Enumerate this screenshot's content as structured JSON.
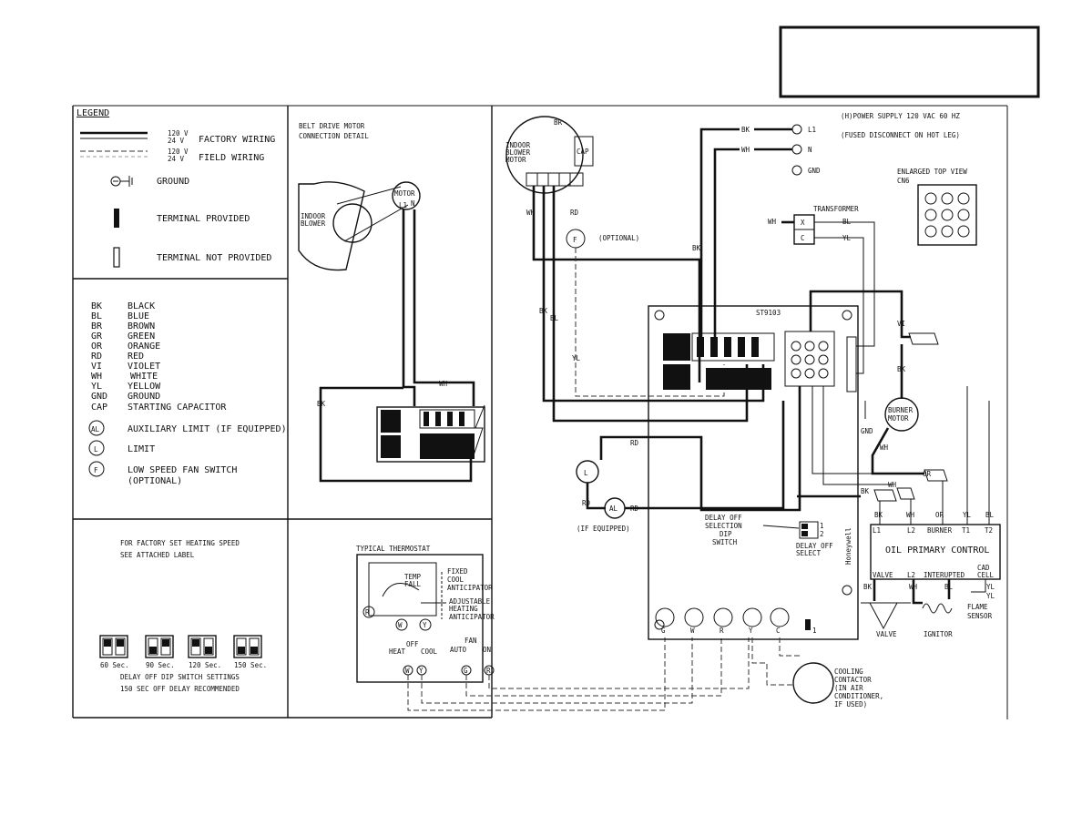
{
  "legend": {
    "title": "LEGEND",
    "volt_120": "120 V",
    "volt_24": "24 V",
    "factory_wiring": "FACTORY WIRING",
    "field_wiring": "FIELD WIRING",
    "ground": "GROUND",
    "terminal_provided": "TERMINAL PROVIDED",
    "terminal_not_provided": "TERMINAL NOT PROVIDED"
  },
  "colors": [
    {
      "code": "BK",
      "name": "BLACK"
    },
    {
      "code": "BL",
      "name": "BLUE"
    },
    {
      "code": "BR",
      "name": "BROWN"
    },
    {
      "code": "GR",
      "name": "GREEN"
    },
    {
      "code": "OR",
      "name": "ORANGE"
    },
    {
      "code": "RD",
      "name": "RED"
    },
    {
      "code": "VI",
      "name": "VIOLET"
    },
    {
      "code": "WH",
      "name": "WHITE"
    },
    {
      "code": "YL",
      "name": "YELLOW"
    },
    {
      "code": "GND",
      "name": "GROUND"
    },
    {
      "code": "CAP",
      "name": "STARTING CAPACITOR"
    }
  ],
  "symbols": {
    "al_code": "AL",
    "al_label": "AUXILIARY LIMIT (IF EQUIPPED)",
    "l_code": "L",
    "l_label": "LIMIT",
    "f_code": "F",
    "f_label": "LOW SPEED FAN SWITCH",
    "f_label2": "(OPTIONAL)"
  },
  "dip": {
    "note1": "FOR FACTORY SET HEATING SPEED",
    "note2": "SEE ATTACHED LABEL",
    "settings": [
      "60 Sec.",
      "90 Sec.",
      "120 Sec.",
      "150 Sec."
    ],
    "caption1": "DELAY OFF DIP SWITCH SETTINGS",
    "caption2": "150 SEC OFF DELAY RECOMMENDED"
  },
  "belt": {
    "title1": "BELT DRIVE MOTOR",
    "title2": "CONNECTION DETAIL",
    "blower1": "INDOOR",
    "blower2": "BLOWER",
    "motor": "MOTOR",
    "l1": "L1",
    "n": "N",
    "wh": "WH",
    "bk": "BK"
  },
  "thermostat": {
    "title": "TYPICAL THERMOSTAT",
    "temp": "TEMP",
    "fall": "FALL",
    "fixed1": "FIXED",
    "fixed2": "COOL",
    "fixed3": "ANTICIPATOR",
    "adj1": "ADJUSTABLE",
    "adj2": "HEATING",
    "adj3": "ANTICIPATOR",
    "heat": "HEAT",
    "off": "OFF",
    "cool": "COOL",
    "fan": "FAN",
    "auto": "AUTO",
    "on": "ON",
    "rh": "R",
    "w": "W",
    "y": "Y",
    "g": "G",
    "r": "R"
  },
  "main": {
    "motor1": "INDOOR",
    "motor2": "BLOWER",
    "motor3": "MOTOR",
    "cap": "CAP",
    "br": "BR",
    "rd": "RD",
    "f_optional": "(OPTIONAL)",
    "power1": "(H)POWER SUPPLY 120 VAC 60 HZ",
    "power2": "(FUSED DISCONNECT ON HOT LEG)",
    "l1": "L1",
    "n": "N",
    "gnd": "GND",
    "bk": "BK",
    "wh": "WH",
    "bl": "BL",
    "yl": "YL",
    "vi": "VI",
    "or": "OR",
    "enlarged1": "ENLARGED TOP VIEW",
    "enlarged2": "CN6",
    "transformer": "TRANSFORMER",
    "x": "X",
    "c": "C",
    "board": "ST9103",
    "burner1": "BURNER",
    "burner2": "MOTOR",
    "al_equipped": "(IF EQUIPPED)",
    "delay1": "DELAY OFF",
    "delay2": "SELECTION",
    "delay3": "DIP",
    "delay4": "SWITCH",
    "delay_sel1": "DELAY OFF",
    "delay_sel2": "SELECT",
    "honeywell": "Honeywell",
    "opc_top": [
      "L1",
      "L2",
      "BURNER",
      "T1",
      "T2"
    ],
    "opc_title": "OIL PRIMARY CONTROL",
    "opc_bottom": [
      "VALVE",
      "L2",
      "INTERUPTED",
      "CAD",
      "CELL"
    ],
    "valve": "VALVE",
    "ignitor": "IGNITOR",
    "flame1": "FLAME",
    "flame2": "SENSOR",
    "board_terms": [
      "G",
      "W",
      "R",
      "Y",
      "C"
    ],
    "cooling1": "COOLING",
    "cooling2": "CONTACTOR",
    "cooling3": "(IN AIR",
    "cooling4": "CONDITIONER,",
    "cooling5": "IF USED)",
    "gnd_lbl": "GND",
    "one": "1",
    "two": "2"
  }
}
